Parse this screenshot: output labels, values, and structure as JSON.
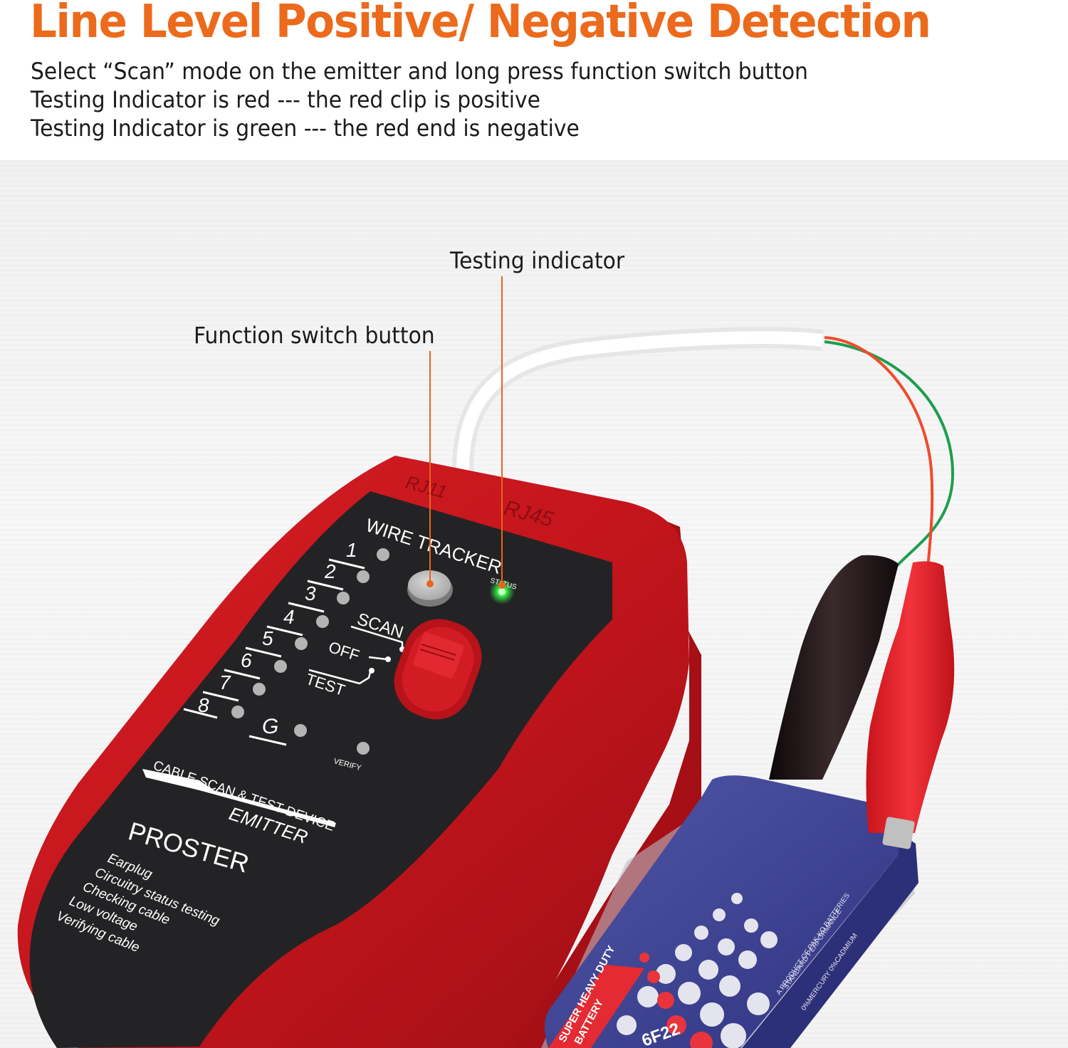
{
  "header": {
    "title": "Line Level Positive/ Negative Detection",
    "title_color": "#ec6a1c",
    "instructions": [
      "Select “Scan” mode on the emitter and long press function switch button",
      "Testing Indicator is red --- the red clip is positive",
      "Testing Indicator is green --- the red end is negative"
    ]
  },
  "callouts": {
    "function_switch_button": "Function switch button",
    "testing_indicator": "Testing indicator",
    "line_color": "#e8641c"
  },
  "device": {
    "brand": "PROSTER",
    "product_name": "WIRE TRACKER",
    "port_labels": [
      "RJ11",
      "RJ45"
    ],
    "status_label": "STATUS",
    "status_led_color": "#3dfc4a",
    "wire_numbers": [
      "1",
      "2",
      "3",
      "4",
      "5",
      "6",
      "7",
      "8"
    ],
    "ground_label": "G",
    "verify_label": "VERIFY",
    "switch_modes": [
      "SCAN",
      "OFF",
      "TEST"
    ],
    "subtitle": "CABLE SCAN & TEST DEVICE",
    "unit_type": "EMITTER",
    "features": [
      "Earplug",
      "Circuitry status testing",
      "Checking cable",
      "Low voltage",
      "Verifying cable"
    ],
    "body_color": "#c8161d",
    "panel_color": "#232325"
  },
  "battery": {
    "label_line1": "SUPER HEAVY DUTY",
    "label_line2": "BATTERY",
    "model": "6F22",
    "side_text_1": "STANDARD PERFORMANCE",
    "side_text_2": "A PRODUCT OF PAK KO BATTERIES",
    "side_text_3": "0%MERCURY 0%CADMIUM",
    "body_color": "#3b3f93"
  },
  "clips": {
    "red_clip_color": "#e8242c",
    "black_clip_color": "#1b1213"
  },
  "wires": {
    "red_wire_color": "#f04b2c",
    "green_wire_color": "#1e9e4e"
  }
}
